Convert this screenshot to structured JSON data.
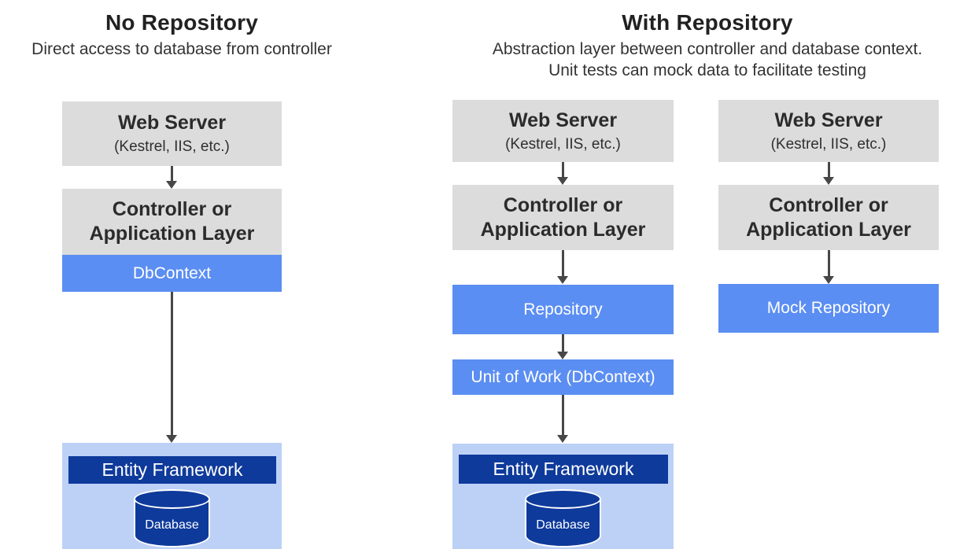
{
  "colors": {
    "gray_box": "#dcdcdc",
    "blue_box": "#5b8ef2",
    "light_blue_container": "#bdd1f7",
    "dark_blue": "#0e3a9b",
    "arrow": "#474747",
    "heading_text": "#212121",
    "box_text": "#2b2b2b",
    "white_text": "#ffffff"
  },
  "left_section": {
    "title": "No Repository",
    "subtitle": "Direct access to database from controller",
    "web_server": {
      "title": "Web Server",
      "subtitle": "(Kestrel, IIS, etc.)"
    },
    "controller": {
      "line1": "Controller or",
      "line2": "Application Layer"
    },
    "dbcontext_label": "DbContext",
    "entity_framework_label": "Entity Framework",
    "database_label": "Database"
  },
  "right_section": {
    "title": "With Repository",
    "subtitle_line1": "Abstraction layer between controller and database context.",
    "subtitle_line2": "Unit tests can mock data to facilitate testing",
    "repository_column": {
      "web_server": {
        "title": "Web Server",
        "subtitle": "(Kestrel, IIS, etc.)"
      },
      "controller": {
        "line1": "Controller or",
        "line2": "Application Layer"
      },
      "repository_label": "Repository",
      "unit_of_work_label": "Unit of Work (DbContext)",
      "entity_framework_label": "Entity Framework",
      "database_label": "Database"
    },
    "mock_column": {
      "web_server": {
        "title": "Web Server",
        "subtitle": "(Kestrel, IIS, etc.)"
      },
      "controller": {
        "line1": "Controller or",
        "line2": "Application Layer"
      },
      "mock_repository_label": "Mock Repository"
    }
  }
}
